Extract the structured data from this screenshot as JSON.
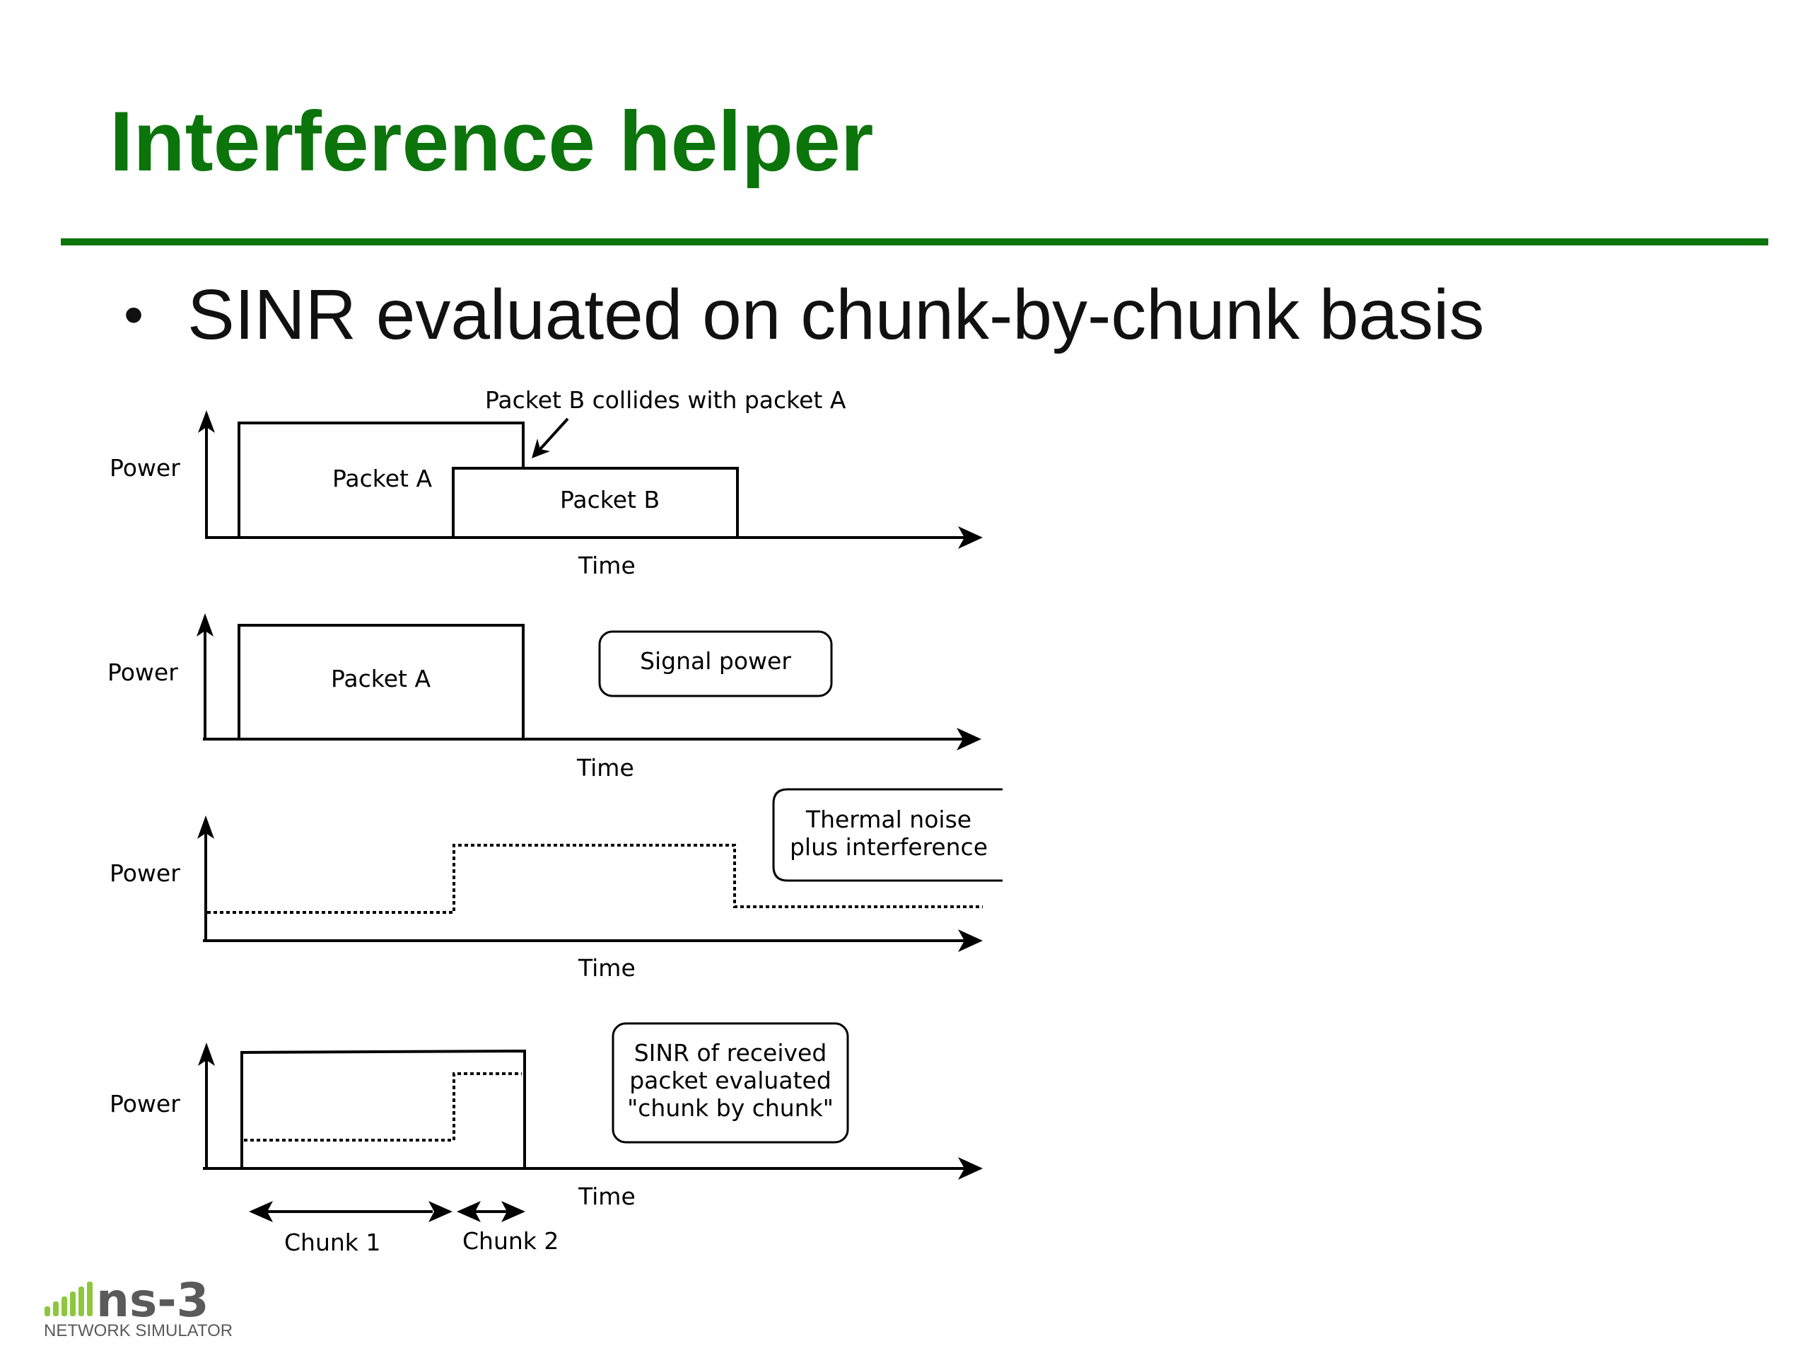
{
  "slide": {
    "title": "Interference helper",
    "bullets": [
      "SINR evaluated on chunk-by-chunk basis"
    ]
  },
  "diagram": {
    "panel1": {
      "ylabel": "Power",
      "xlabel": "Time",
      "packet_a": "Packet A",
      "packet_b": "Packet B",
      "annotation": "Packet B collides with packet A"
    },
    "panel2": {
      "ylabel": "Power",
      "xlabel": "Time",
      "packet_a": "Packet A",
      "callout": "Signal power"
    },
    "panel3": {
      "ylabel": "Power",
      "xlabel": "Time",
      "callout_lines": [
        "Thermal noise",
        "plus interference"
      ]
    },
    "panel4": {
      "ylabel": "Power",
      "xlabel": "Time",
      "callout_lines": [
        "SINR of received",
        "packet evaluated",
        "\"chunk by chunk\""
      ],
      "chunk1": "Chunk 1",
      "chunk2": "Chunk 2"
    }
  },
  "logo": {
    "wordmark": "ns-3",
    "subtitle": "NETWORK SIMULATOR",
    "colors": {
      "bars": "#8dc63f",
      "text": "#5a5a5a"
    }
  },
  "colors": {
    "title": "#0b740b",
    "rule": "#0b740b",
    "text": "#111111"
  }
}
